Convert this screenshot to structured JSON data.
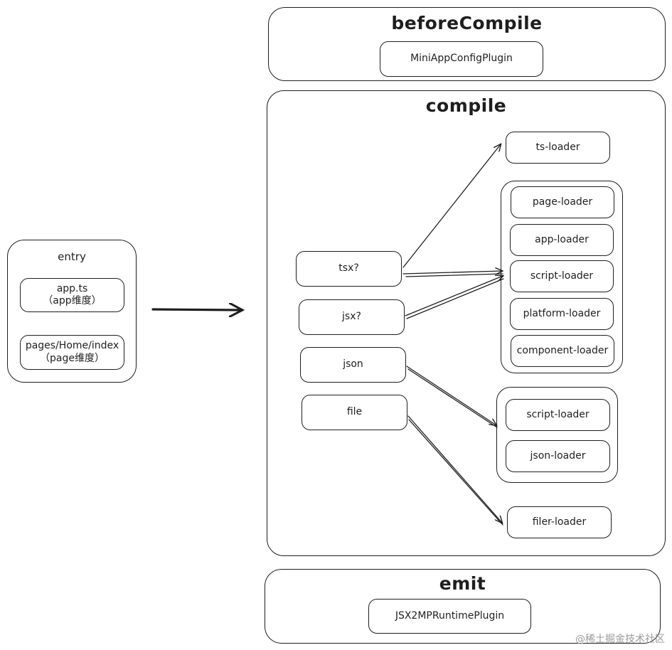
{
  "entry": {
    "title": "entry",
    "items": [
      {
        "line1": "app.ts",
        "line2": "（app维度）"
      },
      {
        "line1": "pages/Home/index",
        "line2": "（page维度）"
      }
    ]
  },
  "before_compile": {
    "title": "beforeCompile",
    "plugin": "MiniAppConfigPlugin"
  },
  "compile": {
    "title": "compile",
    "inputs": [
      "tsx?",
      "jsx?",
      "json",
      "file"
    ],
    "ts_loader": "ts-loader",
    "script_group": [
      "page-loader",
      "app-loader",
      "script-loader",
      "platform-loader",
      "component-loader"
    ],
    "json_group": [
      "script-loader",
      "json-loader"
    ],
    "file_loader": "filer-loader"
  },
  "emit": {
    "title": "emit",
    "plugin": "JSX2MPRuntimePlugin"
  },
  "watermark": "@稀土掘金技术社区"
}
